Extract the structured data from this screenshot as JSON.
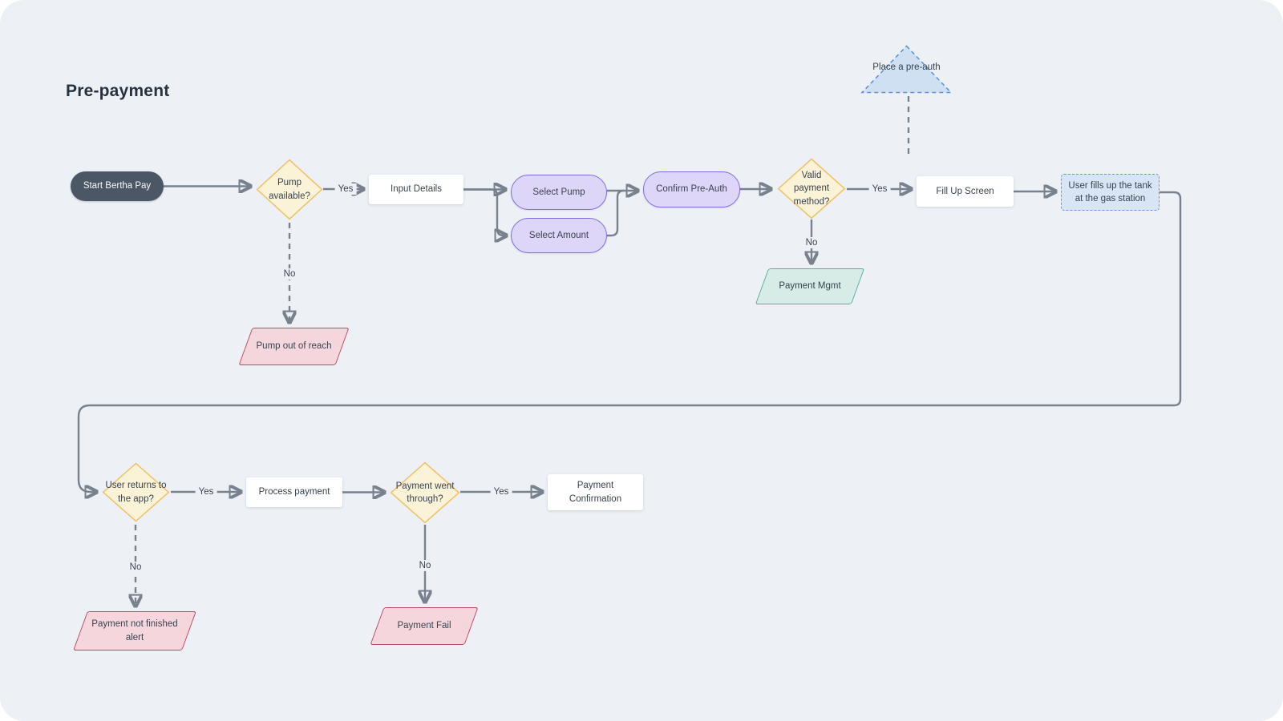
{
  "title": "Pre-payment",
  "diagram": {
    "nodes": {
      "start": {
        "label": "Start Bertha Pay",
        "shape": "dark-pill"
      },
      "pump_available": {
        "label": "Pump available?",
        "shape": "decision-diamond"
      },
      "input_details": {
        "label": "Input Details",
        "shape": "process-rect"
      },
      "select_pump": {
        "label": "Select Pump",
        "shape": "purple-pill"
      },
      "select_amount": {
        "label": "Select Amount",
        "shape": "purple-pill"
      },
      "confirm_preauth": {
        "label": "Confirm Pre-Auth",
        "shape": "purple-pill"
      },
      "valid_payment": {
        "label": "Valid payment method?",
        "shape": "decision-diamond"
      },
      "fill_up_screen": {
        "label": "Fill Up Screen",
        "shape": "process-rect"
      },
      "user_fills_tank": {
        "label": "User fills up the tank at the gas station",
        "shape": "dashed-blue-rect"
      },
      "place_preauth": {
        "label": "Place a pre-auth",
        "shape": "dashed-blue-triangle"
      },
      "payment_mgmt": {
        "label": "Payment Mgmt",
        "shape": "green-parallelogram"
      },
      "pump_out_of_reach": {
        "label": "Pump out of reach",
        "shape": "pink-parallelogram"
      },
      "user_returns": {
        "label": "User returns to the app?",
        "shape": "decision-diamond"
      },
      "process_payment": {
        "label": "Process payment",
        "shape": "process-rect"
      },
      "payment_went_through": {
        "label": "Payment went through?",
        "shape": "decision-diamond"
      },
      "payment_confirmation": {
        "label": "Payment Confirmation",
        "shape": "process-rect"
      },
      "payment_fail": {
        "label": "Payment Fail",
        "shape": "pink-parallelogram"
      },
      "payment_not_finished": {
        "label": "Payment not finished alert",
        "shape": "pink-parallelogram"
      }
    },
    "edges": [
      {
        "from": "start",
        "to": "pump_available",
        "label": "",
        "style": "solid"
      },
      {
        "from": "pump_available",
        "to": "input_details",
        "label": "Yes",
        "style": "solid"
      },
      {
        "from": "pump_available",
        "to": "pump_out_of_reach",
        "label": "No",
        "style": "dashed"
      },
      {
        "from": "input_details",
        "to": "select_pump",
        "label": "",
        "style": "solid"
      },
      {
        "from": "input_details",
        "to": "select_amount",
        "label": "",
        "style": "solid"
      },
      {
        "from": "select_pump",
        "to": "confirm_preauth",
        "label": "",
        "style": "solid"
      },
      {
        "from": "select_amount",
        "to": "confirm_preauth",
        "label": "",
        "style": "solid"
      },
      {
        "from": "confirm_preauth",
        "to": "valid_payment",
        "label": "",
        "style": "solid"
      },
      {
        "from": "valid_payment",
        "to": "fill_up_screen",
        "label": "Yes",
        "style": "solid"
      },
      {
        "from": "valid_payment",
        "to": "payment_mgmt",
        "label": "No",
        "style": "solid"
      },
      {
        "from": "fill_up_screen",
        "to": "user_fills_tank",
        "label": "",
        "style": "solid"
      },
      {
        "from": "user_fills_tank",
        "to": "user_returns",
        "label": "",
        "style": "solid"
      },
      {
        "from": "user_returns",
        "to": "process_payment",
        "label": "Yes",
        "style": "solid"
      },
      {
        "from": "user_returns",
        "to": "payment_not_finished",
        "label": "No",
        "style": "dashed"
      },
      {
        "from": "process_payment",
        "to": "payment_went_through",
        "label": "",
        "style": "solid"
      },
      {
        "from": "payment_went_through",
        "to": "payment_confirmation",
        "label": "Yes",
        "style": "solid"
      },
      {
        "from": "payment_went_through",
        "to": "payment_fail",
        "label": "No",
        "style": "solid"
      },
      {
        "from": "place_preauth",
        "to": "fill_up_screen",
        "label": "",
        "style": "dashed"
      }
    ],
    "colors": {
      "canvas_bg": "#edf1f6",
      "line": "#78818e",
      "title_text": "#273140",
      "node_text": "#39434f",
      "start_fill": "#4c5766",
      "decision_fill": "#fbf3d8",
      "decision_border": "#eec36d",
      "purple_fill": "#ddd6f8",
      "purple_border": "#7e6de2",
      "pink_fill": "#f5d6dc",
      "pink_border": "#bf4a63",
      "green_fill": "#d8ece7",
      "green_border": "#56b19b",
      "blue_fill": "#d8e5f5",
      "blue_border": "#6b97d7"
    }
  }
}
